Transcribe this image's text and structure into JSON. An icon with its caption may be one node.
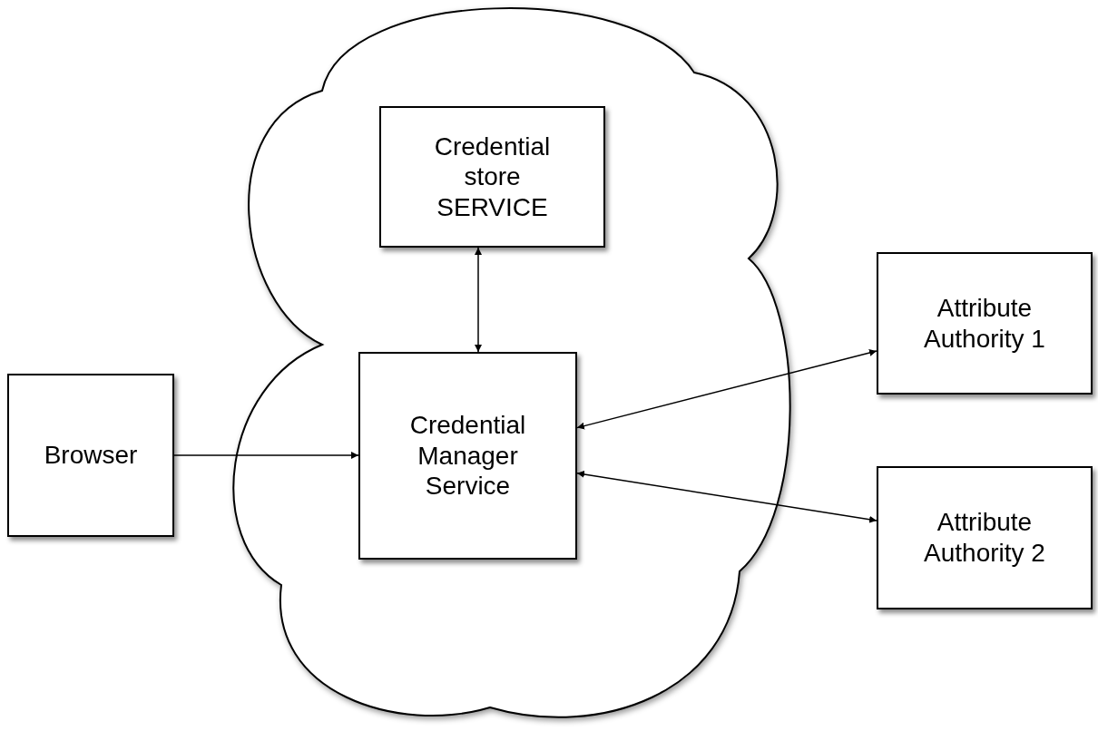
{
  "diagram": {
    "nodes": [
      {
        "text": [],
        "shape": "cloud"
      },
      {
        "text": [
          "Credential store SERVICE"
        ],
        "in": 0
      },
      {
        "text": [
          "Browser"
        ]
      },
      {
        "text": [
          "Credential Manager Service"
        ],
        "in": 0
      },
      {
        "text": [
          "Attribute Authority 1"
        ]
      },
      {
        "text": [
          "Attribute Authority 2"
        ]
      }
    ],
    "edges": [
      {
        "from": 1,
        "to": 3,
        "arrow": "both"
      },
      {
        "from": 2,
        "to": 3,
        "arrow": "to"
      },
      {
        "from": 3,
        "to": 4,
        "arrow": "both"
      },
      {
        "from": 3,
        "to": 5,
        "arrow": "both"
      }
    ]
  }
}
